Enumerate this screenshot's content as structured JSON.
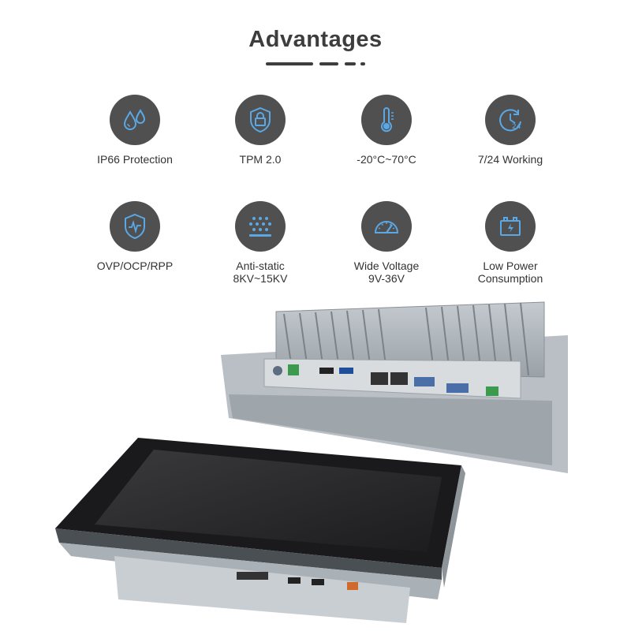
{
  "header": {
    "title": "Advantages"
  },
  "features": [
    {
      "icon": "water-drops-icon",
      "lines": [
        "IP66 Protection"
      ]
    },
    {
      "icon": "shield-lock-icon",
      "lines": [
        "TPM 2.0"
      ]
    },
    {
      "icon": "thermometer-icon",
      "lines": [
        "-20°C~70°C"
      ]
    },
    {
      "icon": "clock-24-icon",
      "lines": [
        "7/24 Working"
      ]
    },
    {
      "icon": "shield-wave-icon",
      "lines": [
        "OVP/OCP/RPP"
      ]
    },
    {
      "icon": "static-dots-icon",
      "lines": [
        "Anti-static",
        "8KV~15KV"
      ]
    },
    {
      "icon": "gauge-icon",
      "lines": [
        "Wide Voltage",
        "9V-36V"
      ]
    },
    {
      "icon": "battery-icon",
      "lines": [
        "Low Power",
        "Consumption"
      ]
    }
  ],
  "colors": {
    "icon_bg": "#505050",
    "icon_accent": "#5aa8e6",
    "title": "#3d3d3d"
  }
}
